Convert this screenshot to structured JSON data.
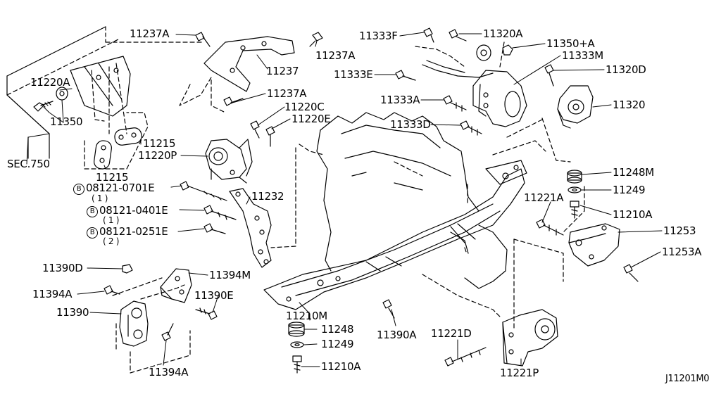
{
  "callouts": {
    "c11237A_top": "11237A",
    "c11237A_right": "11237A",
    "c11237": "11237",
    "c11237A_mid": "11237A",
    "c11220A": "11220A",
    "c11350": "11350",
    "c11215_right": "11215",
    "c11215_left": "11215",
    "c11220P": "11220P",
    "c11220C": "11220C",
    "c11220E": "11220E",
    "sec750": "SEC.750",
    "c11232": "11232",
    "c11333F": "11333F",
    "c11320A": "11320A",
    "c11350A": "11350+A",
    "c11333M": "11333M",
    "c11333E": "11333E",
    "c11320D": "11320D",
    "c11333A": "11333A",
    "c11320": "11320",
    "c11333D": "11333D",
    "c11248M": "11248M",
    "c11249_right": "11249",
    "c11221A": "11221A",
    "c11210A_right": "11210A",
    "c11253": "11253",
    "c11253A": "11253A",
    "c11390D": "11390D",
    "c11394M": "11394M",
    "c11394A_left": "11394A",
    "c11390E": "11390E",
    "c11390": "11390",
    "c11394A_bottom": "11394A",
    "c11210M": "11210M",
    "c11248": "11248",
    "c11249_bottom": "11249",
    "c11210A_bottom": "11210A",
    "c11390A": "11390A",
    "c11221D": "11221D",
    "c11221P": "11221P"
  },
  "bolts": [
    {
      "mark": "B",
      "part": "08121-0701E",
      "qty": "( 1 )"
    },
    {
      "mark": "B",
      "part": "08121-0401E",
      "qty": "( 1 )"
    },
    {
      "mark": "B",
      "part": "08121-0251E",
      "qty": "( 2 )"
    }
  ],
  "figure_id": "J11201M0",
  "style": {
    "line_color": "#000000",
    "background": "#ffffff"
  }
}
